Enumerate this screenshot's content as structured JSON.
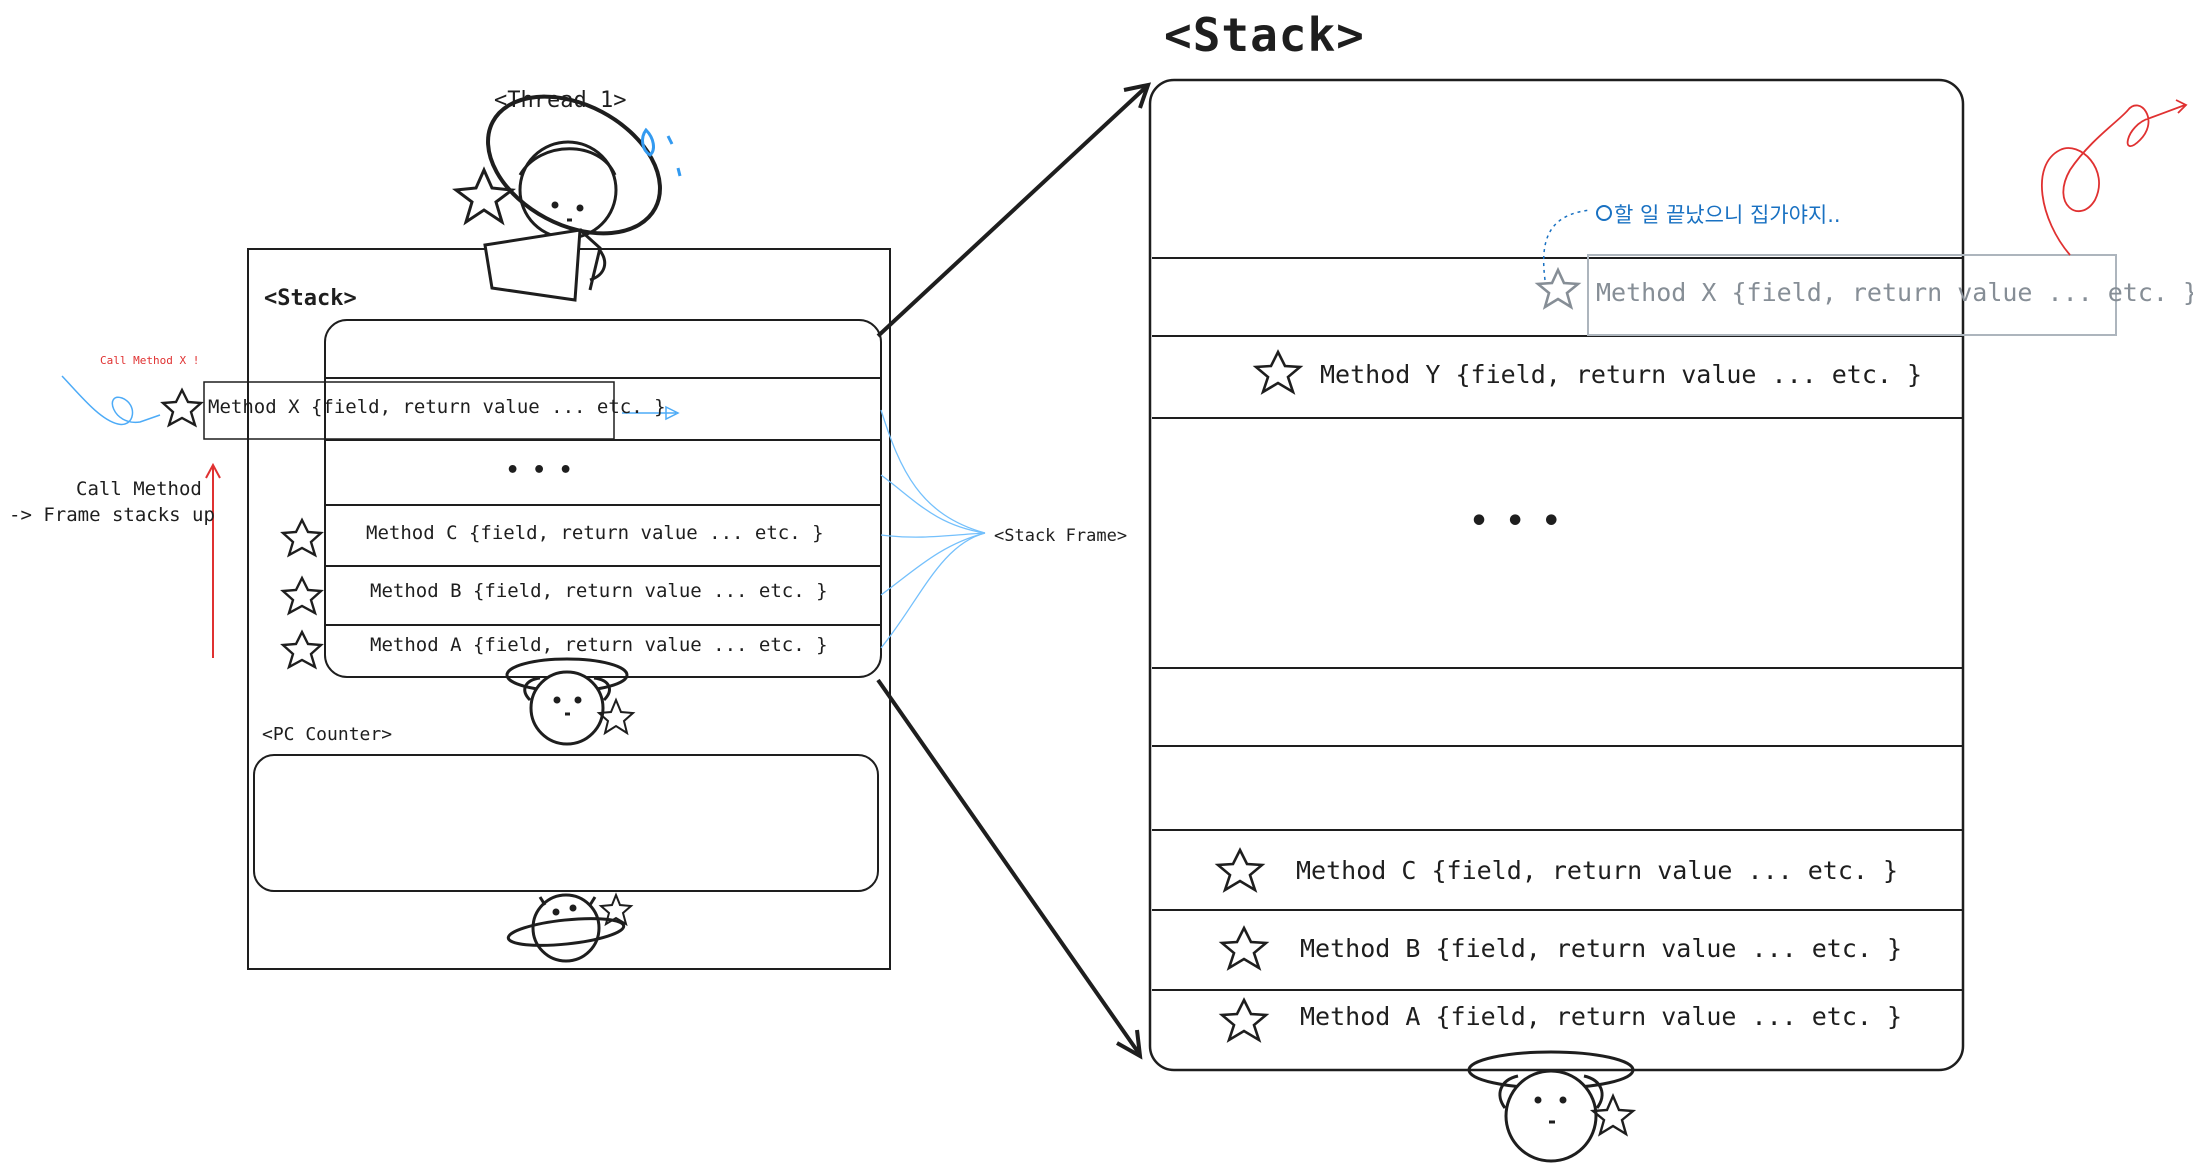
{
  "left": {
    "thread_title": "<Thread 1>",
    "stack_title": "<Stack>",
    "call_method_x_note": "Call Method X !",
    "call_method_line1": "Call Method",
    "call_method_line2": "-> Frame stacks up",
    "frame_x": "Method X {field, return value ... etc. }",
    "ellipsis": "• • •",
    "frame_c": "Method C {field, return value ... etc. }",
    "frame_b": "Method B {field, return value ... etc. }",
    "frame_a": "Method A {field, return value ... etc. }",
    "stack_frame_label": "<Stack Frame>",
    "pc_counter_title": "<PC Counter>"
  },
  "right": {
    "stack_title": "<Stack>",
    "korean_note": "할 일 끝났으니 집가야지..",
    "frame_x": "Method X {field, return value ... etc. }",
    "frame_y": "Method Y {field, return value ... etc. }",
    "ellipsis": "• • •",
    "frame_c": "Method C {field, return value ... etc. }",
    "frame_b": "Method B {field, return value ... etc. }",
    "frame_a": "Method A {field, return value ... etc. }"
  },
  "colors": {
    "ink": "#1e1e1e",
    "red": "#e03131",
    "blue": "#1971c2",
    "light_blue": "#4dabf7",
    "grey": "#868e96"
  }
}
